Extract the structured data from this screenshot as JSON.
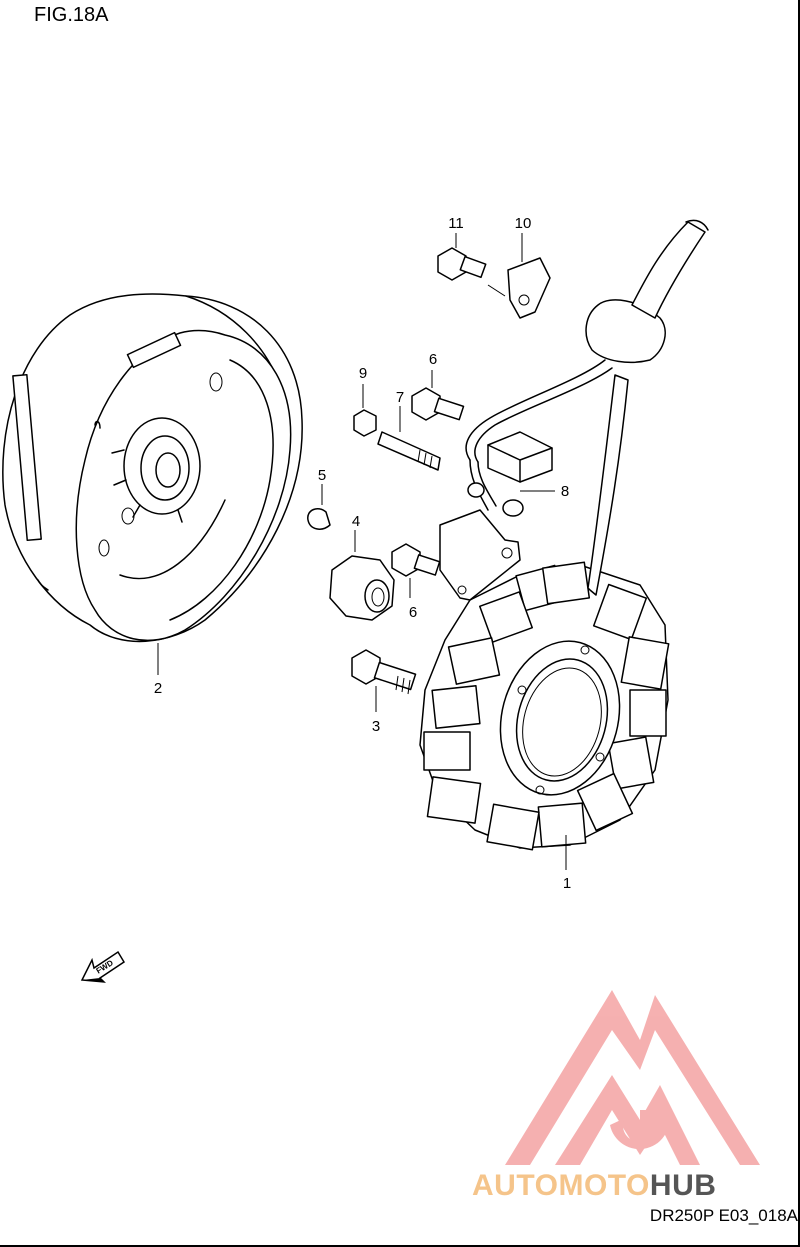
{
  "figure": {
    "title": "FIG.18A",
    "drawing_code": "DR250P E03_018A"
  },
  "callouts": [
    {
      "number": "1"
    },
    {
      "number": "2"
    },
    {
      "number": "3"
    },
    {
      "number": "4"
    },
    {
      "number": "5"
    },
    {
      "number": "6"
    },
    {
      "number": "6"
    },
    {
      "number": "7"
    },
    {
      "number": "8"
    },
    {
      "number": "9"
    },
    {
      "number": "10"
    },
    {
      "number": "11"
    }
  ],
  "fwd_arrow": {
    "label": "FWD"
  },
  "watermark": {
    "text_part1": "AUTOMOTO",
    "text_part2": "HUB",
    "colors": {
      "logo": "#f4a3a3",
      "orange": "#f5c48a",
      "dark": "#555555"
    }
  }
}
